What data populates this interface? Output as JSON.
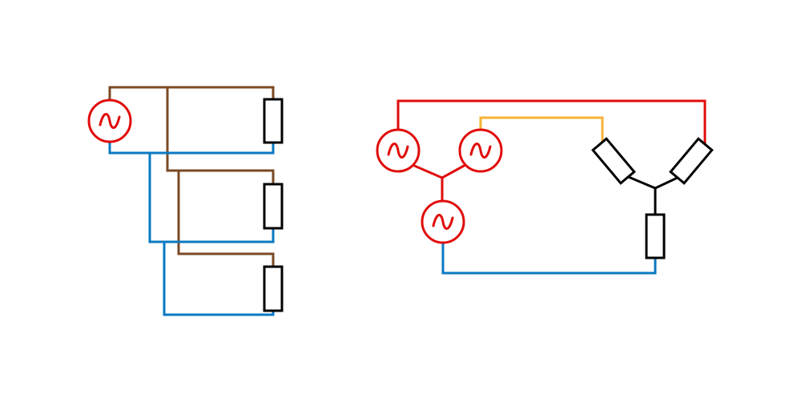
{
  "colors": {
    "brown": "#7B4A24",
    "blue": "#0A79C2",
    "red": "#E10B0B",
    "orange": "#F5B335",
    "black": "#000000"
  },
  "diagrams": [
    {
      "name": "single-phase-parallel-circuit",
      "sources": [
        {
          "symbol": "ac-source",
          "label": "~"
        }
      ],
      "loads": [
        {
          "symbol": "resistor"
        },
        {
          "symbol": "resistor"
        },
        {
          "symbol": "resistor"
        }
      ]
    },
    {
      "name": "three-phase-star-circuit",
      "sources": [
        {
          "symbol": "ac-source",
          "label": "~"
        },
        {
          "symbol": "ac-source",
          "label": "~"
        },
        {
          "symbol": "ac-source",
          "label": "~"
        }
      ],
      "loads": [
        {
          "symbol": "resistor"
        },
        {
          "symbol": "resistor"
        },
        {
          "symbol": "resistor"
        }
      ]
    }
  ]
}
